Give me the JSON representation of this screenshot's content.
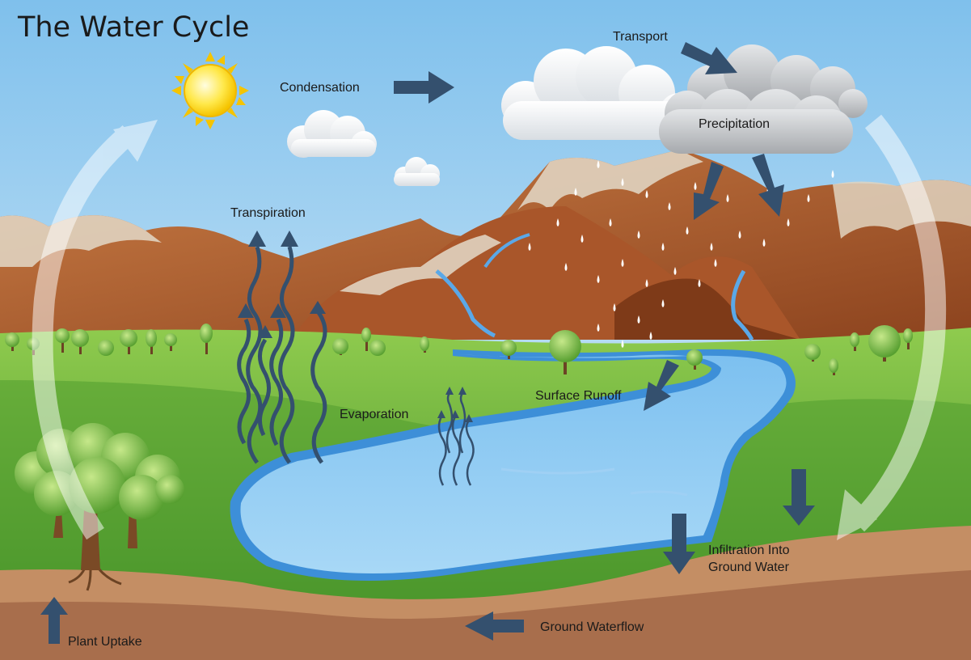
{
  "title": "The Water Cycle",
  "labels": {
    "condensation": "Condensation",
    "transport": "Transport",
    "precipitation": "Precipitation",
    "transpiration": "Transpiration",
    "evaporation": "Evaporation",
    "surface_runoff": "Surface Runoff",
    "infiltration_line1": "Infiltration Into",
    "infiltration_line2": "Ground Water",
    "ground_waterflow": "Ground Waterflow",
    "plant_uptake": "Plant Uptake"
  },
  "colors": {
    "sky_top": "#7fc0ec",
    "sky_bottom": "#e8f4fb",
    "arrow": "#34506e",
    "mountain": "#a9562a",
    "mountain_light": "#c97c45",
    "snow": "#e0d3c0",
    "grass": "#6cb33a",
    "grass_dark": "#3e8a26",
    "water": "#6fb3ea",
    "water_edge": "#3d8fd8",
    "soil": "#c48e64",
    "soil_deep": "#a86e4c",
    "cycle_arrow": "#ffffff"
  },
  "icons": [
    "sun-icon",
    "cloud-icon",
    "rain-cloud-icon",
    "tree-icon",
    "raindrop-icon"
  ]
}
